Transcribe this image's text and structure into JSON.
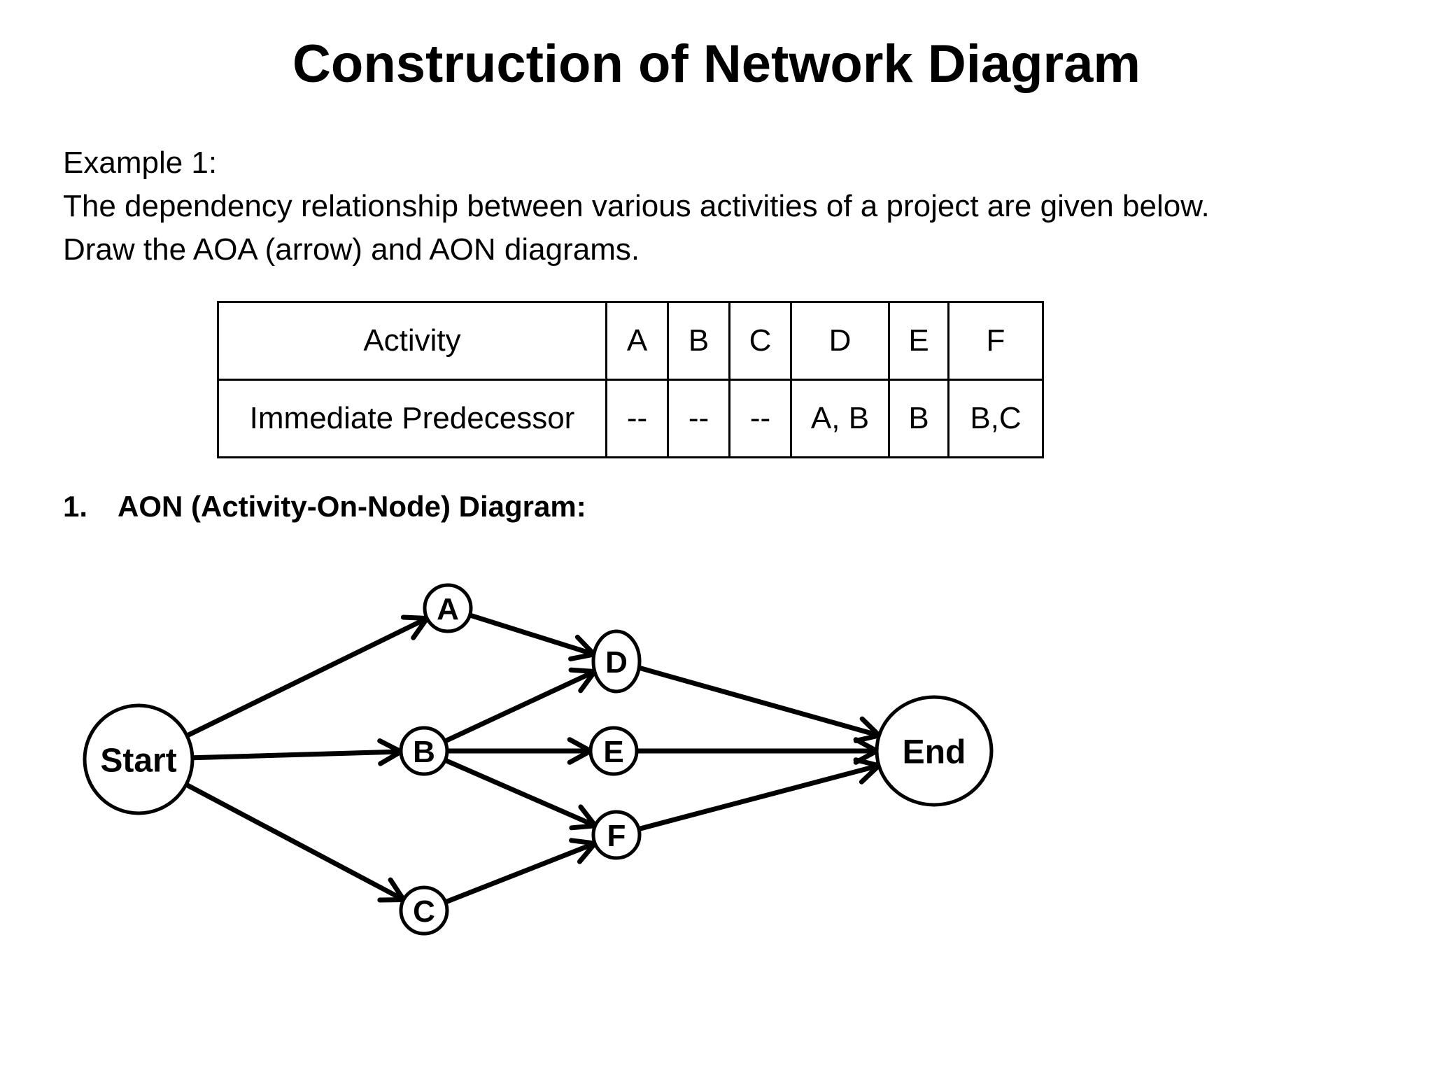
{
  "title": "Construction of Network Diagram",
  "intro": {
    "example_label": "Example 1:",
    "line1": "The dependency relationship between various activities of a project are given  below.",
    "line2": "Draw the AOA (arrow) and AON diagrams."
  },
  "table": {
    "row1_header": "Activity",
    "row2_header": "Immediate Predecessor",
    "activities": [
      "A",
      "B",
      "C",
      "D",
      "E",
      "F"
    ],
    "predecessors": [
      "--",
      "--",
      "--",
      "A, B",
      "B",
      "B,C"
    ]
  },
  "section": {
    "number": "1.",
    "heading": "AON (Activity-On-Node) Diagram:"
  },
  "diagram": {
    "nodes": [
      {
        "id": "start",
        "label": "Start"
      },
      {
        "id": "A",
        "label": "A"
      },
      {
        "id": "B",
        "label": "B"
      },
      {
        "id": "C",
        "label": "C"
      },
      {
        "id": "D",
        "label": "D"
      },
      {
        "id": "E",
        "label": "E"
      },
      {
        "id": "F",
        "label": "F"
      },
      {
        "id": "end",
        "label": "End"
      }
    ],
    "edges": [
      {
        "from": "start",
        "to": "A"
      },
      {
        "from": "start",
        "to": "B"
      },
      {
        "from": "start",
        "to": "C"
      },
      {
        "from": "A",
        "to": "D"
      },
      {
        "from": "B",
        "to": "D"
      },
      {
        "from": "B",
        "to": "E"
      },
      {
        "from": "B",
        "to": "F"
      },
      {
        "from": "C",
        "to": "F"
      },
      {
        "from": "D",
        "to": "end"
      },
      {
        "from": "E",
        "to": "end"
      },
      {
        "from": "F",
        "to": "end"
      }
    ]
  }
}
